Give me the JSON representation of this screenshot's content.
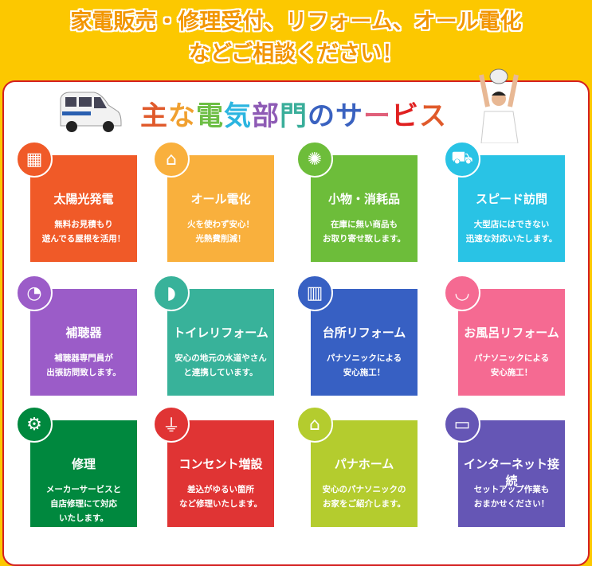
{
  "headline": {
    "line1": "家電販売・修理受付、リフォーム、オール電化",
    "line2": "などご相談ください！"
  },
  "section_title": [
    {
      "ch": "主",
      "color": "#E05A2B"
    },
    {
      "ch": "な",
      "color": "#F0A030"
    },
    {
      "ch": "電",
      "color": "#6DBE45"
    },
    {
      "ch": "気",
      "color": "#2BB5E0"
    },
    {
      "ch": "部",
      "color": "#8E5BB5"
    },
    {
      "ch": "門",
      "color": "#3AAE9A"
    },
    {
      "ch": "の",
      "color": "#3A62C0"
    },
    {
      "ch": "サ",
      "color": "#3A62C0"
    },
    {
      "ch": "ー",
      "color": "#E0607A"
    },
    {
      "ch": "ビ",
      "color": "#E02020"
    },
    {
      "ch": "ス",
      "color": "#E05A2B"
    }
  ],
  "services": [
    {
      "title": "太陽光発電",
      "desc": [
        "無料お見積もり",
        "遊んでる屋根を活用！"
      ],
      "color": "#F05A28",
      "icon": "solar-panel-icon",
      "glyph": "▦"
    },
    {
      "title": "オール電化",
      "desc": [
        "火を使わず安心！",
        "光熱費削減！"
      ],
      "color": "#F9B03D",
      "icon": "house-plug-icon",
      "glyph": "⌂"
    },
    {
      "title": "小物・消耗品",
      "desc": [
        "在庫に無い商品も",
        "お取り寄せ致します。"
      ],
      "color": "#6DBD3A",
      "icon": "light-bulb-icon",
      "glyph": "✺"
    },
    {
      "title": "スピード訪問",
      "desc": [
        "大型店にはできない",
        "迅速な対応いたします。"
      ],
      "color": "#29C3E5",
      "icon": "truck-icon",
      "glyph": "⛟"
    },
    {
      "title": "補聴器",
      "desc": [
        "補聴器専門員が",
        "出張訪問致します。"
      ],
      "color": "#9B5CC8",
      "icon": "ear-icon",
      "glyph": "◔"
    },
    {
      "title": "トイレリフォーム",
      "desc": [
        "安心の地元の水道やさん",
        "と連携しています。"
      ],
      "color": "#38B29A",
      "icon": "toilet-icon",
      "glyph": "◗"
    },
    {
      "title": "台所リフォーム",
      "desc": [
        "パナソニックによる",
        "安心施工！"
      ],
      "color": "#3760C3",
      "icon": "kitchen-icon",
      "glyph": "▥"
    },
    {
      "title": "お風呂リフォーム",
      "desc": [
        "パナソニックによる",
        "安心施工！"
      ],
      "color": "#F56A92",
      "icon": "bathtub-icon",
      "glyph": "◡"
    },
    {
      "title": "修理",
      "desc": [
        "メーカーサービスと",
        "自店修理にて対応",
        "いたします。"
      ],
      "color": "#00883E",
      "icon": "wrench-gear-icon",
      "glyph": "⚙"
    },
    {
      "title": "コンセント増設",
      "desc": [
        "差込がゆるい箇所",
        "など修理いたします。"
      ],
      "color": "#E03434",
      "icon": "plug-icon",
      "glyph": "⏚"
    },
    {
      "title": "パナホーム",
      "desc": [
        "安心のパナソニックの",
        "お家をご紹介します。"
      ],
      "color": "#B4CC2E",
      "icon": "home-icon",
      "glyph": "⌂"
    },
    {
      "title": "インターネット接続",
      "desc": [
        "セットアップ作業も",
        "おまかせください！"
      ],
      "color": "#6556B5",
      "icon": "laptop-icon",
      "glyph": "▭"
    }
  ]
}
